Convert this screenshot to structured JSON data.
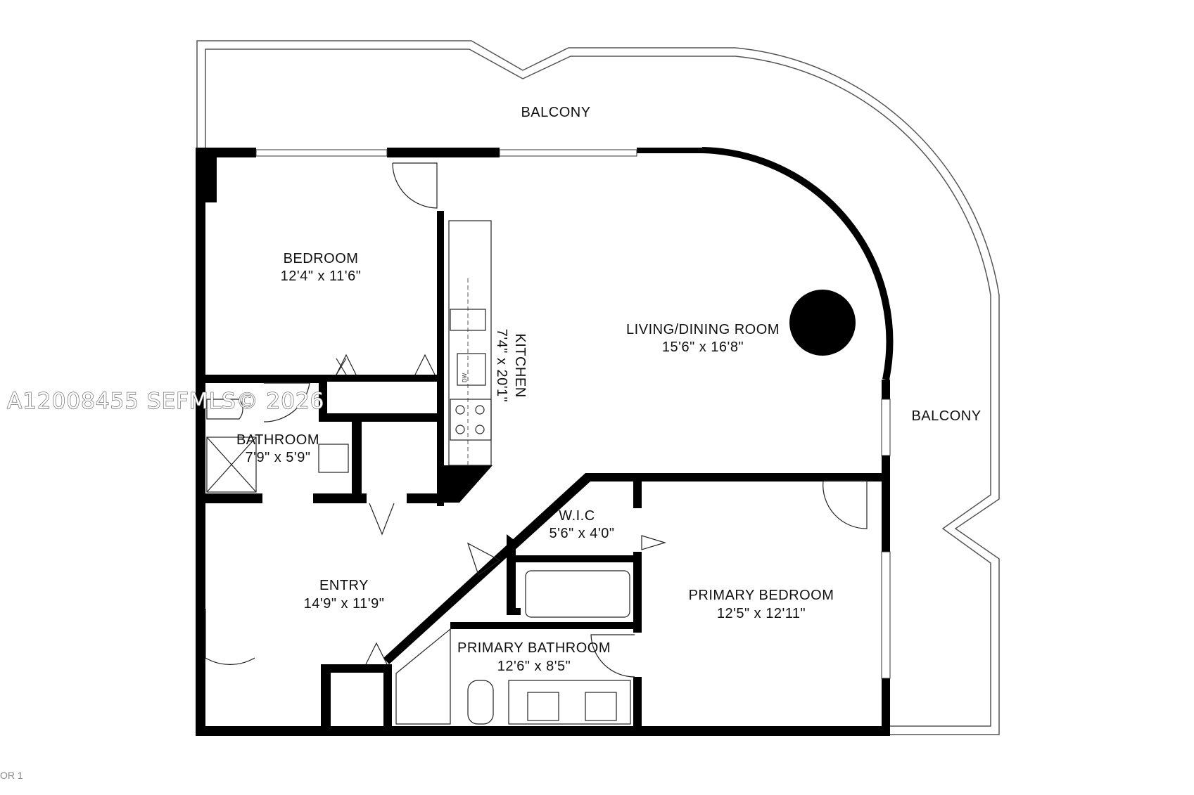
{
  "rooms": {
    "balcony_top": {
      "name": "BALCONY"
    },
    "balcony_right": {
      "name": "BALCONY"
    },
    "bedroom": {
      "name": "BEDROOM",
      "size": "12'4\" x 11'6\""
    },
    "kitchen": {
      "name": "KITCHEN",
      "size": "7'4\" x 20'1\""
    },
    "living": {
      "name": "LIVING/DINING ROOM",
      "size": "15'6\" x 16'8\""
    },
    "bathroom": {
      "name": "BATHROOM",
      "size": "7'9\" x 5'9\""
    },
    "wic": {
      "name": "W.I.C",
      "size": "5'6\" x 4'0\""
    },
    "entry": {
      "name": "ENTRY",
      "size": "14'9\" x 11'9\""
    },
    "primary_bedroom": {
      "name": "PRIMARY BEDROOM",
      "size": "12'5\" x 12'11\""
    },
    "primary_bathroom": {
      "name": "PRIMARY BATHROOM",
      "size": "12'6\" x 8'5\""
    }
  },
  "appliances": {
    "dishwasher": "DW"
  },
  "watermark": "A12008455  SEFMLS© 2026",
  "floor_label": "OR 1"
}
